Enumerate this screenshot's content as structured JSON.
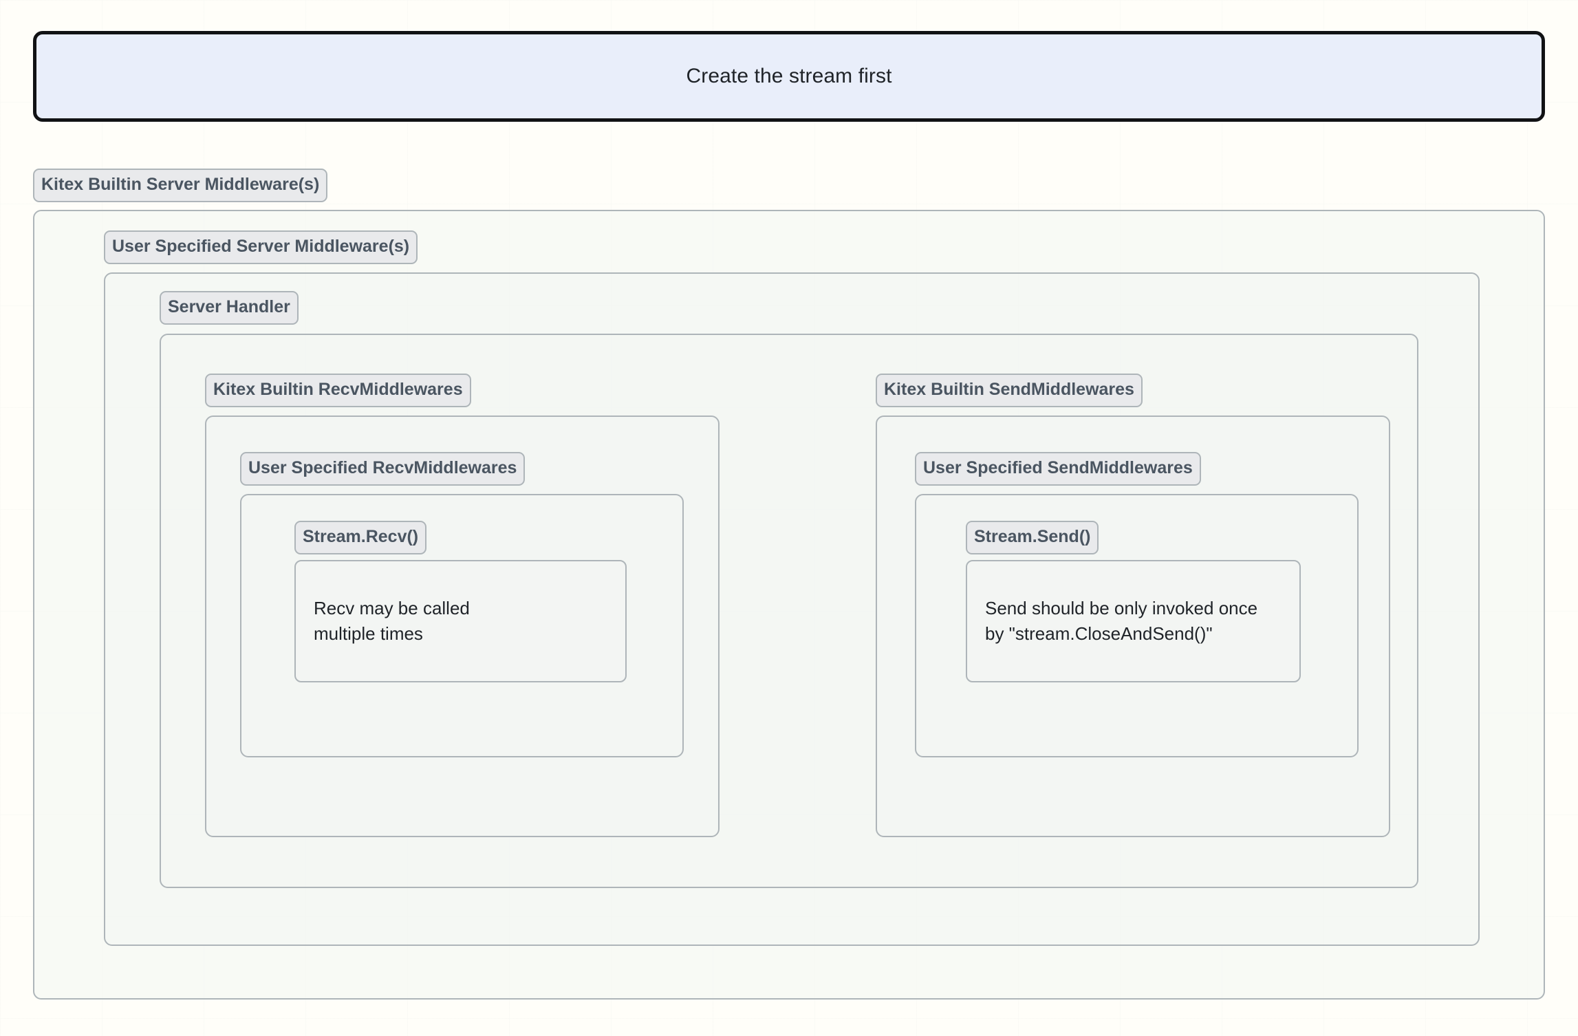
{
  "banner": {
    "text": "Create the stream first",
    "fill": "#e9eefa",
    "border": "#111214"
  },
  "colors": {
    "page_background": "#fffef9",
    "container_border": "#aeb5b9",
    "chip_fill": "#e9eaec",
    "chip_text": "#4a5561",
    "body_text": "#1f2328"
  },
  "layers": {
    "builtin_server_mw": {
      "label": "Kitex Builtin Server Middleware(s)"
    },
    "user_server_mw": {
      "label": "User Specified Server Middleware(s)"
    },
    "server_handler": {
      "label": "Server Handler"
    },
    "builtin_recv_mw": {
      "label": "Kitex Builtin RecvMiddlewares"
    },
    "user_recv_mw": {
      "label": "User Specified RecvMiddlewares"
    },
    "stream_recv": {
      "label": "Stream.Recv()"
    },
    "builtin_send_mw": {
      "label": "Kitex Builtin SendMiddlewares"
    },
    "user_send_mw": {
      "label": "User Specified SendMiddlewares"
    },
    "stream_send": {
      "label": "Stream.Send()"
    }
  },
  "notes": {
    "recv": "Recv may be called\nmultiple times",
    "send": "Send should be only invoked once\nby \"stream.CloseAndSend()\""
  }
}
